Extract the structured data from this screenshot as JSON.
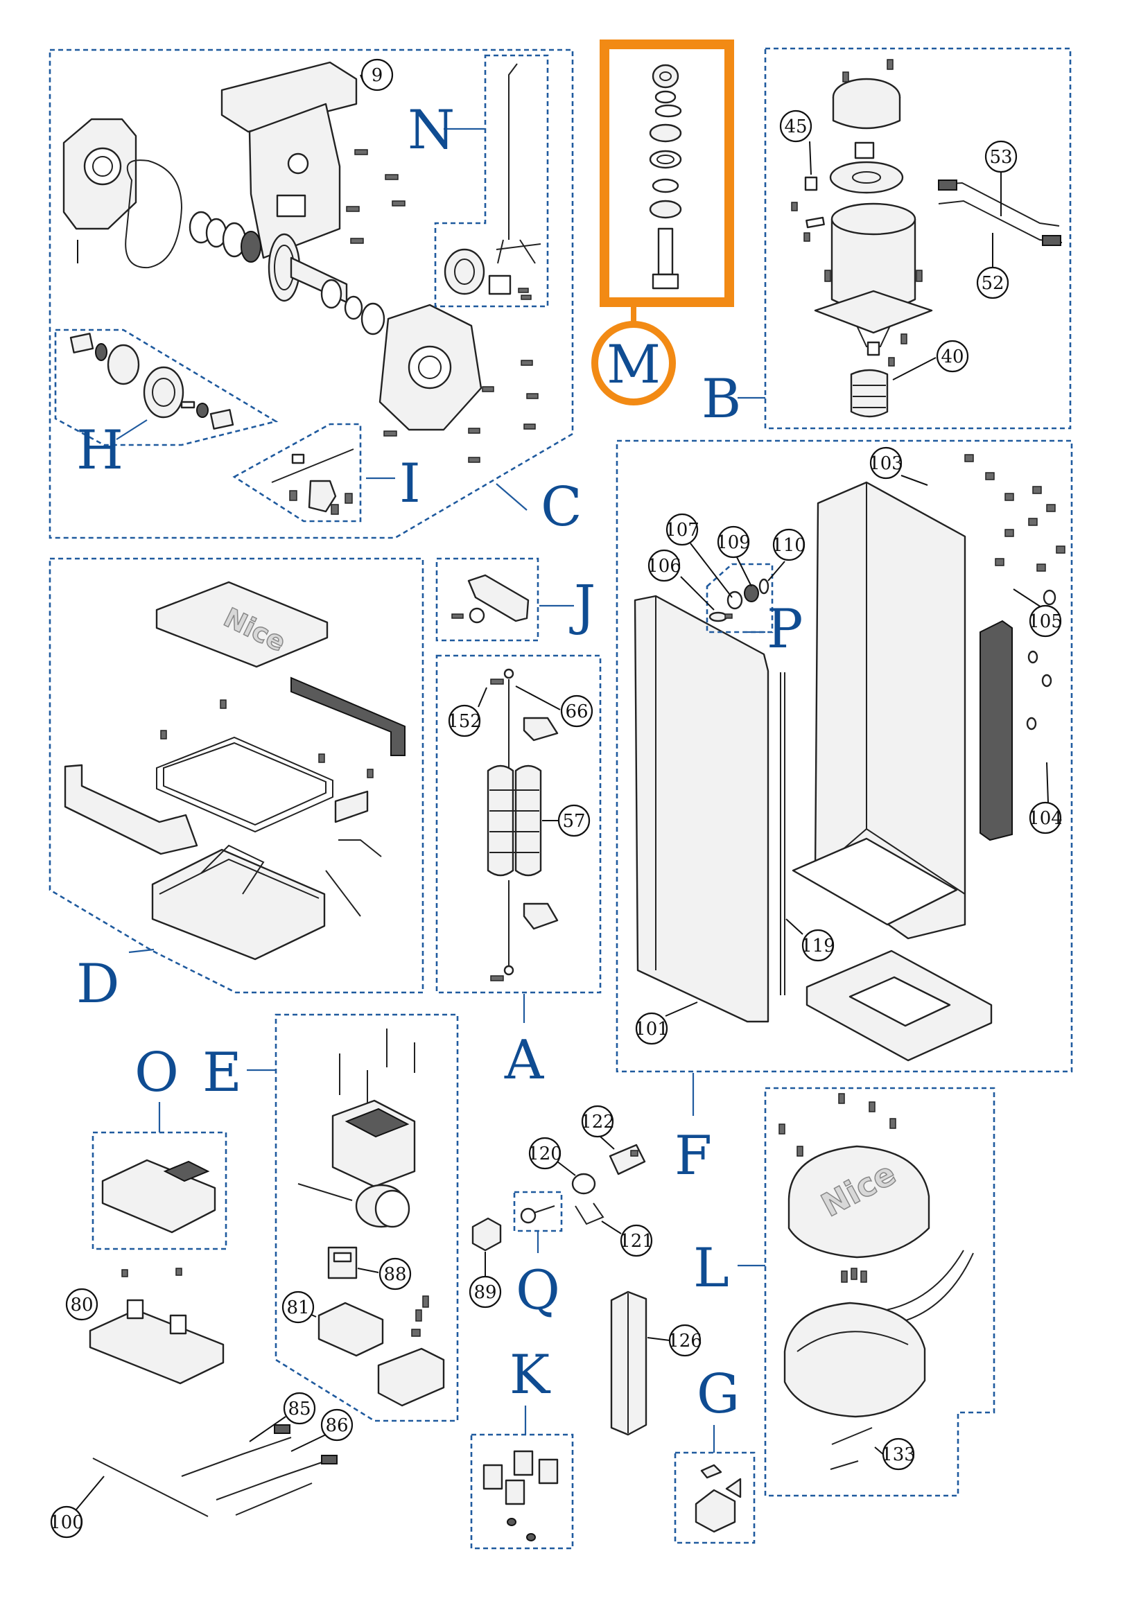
{
  "groups": {
    "A": "A",
    "B": "B",
    "C": "C",
    "D": "D",
    "E": "E",
    "F": "F",
    "G": "G",
    "H": "H",
    "I": "I",
    "J": "J",
    "K": "K",
    "L": "L",
    "M": "M",
    "N": "N",
    "O": "O",
    "P": "P",
    "Q": "Q"
  },
  "parts": {
    "p9": "9",
    "p40": "40",
    "p45": "45",
    "p52": "52",
    "p53": "53",
    "p57": "57",
    "p66": "66",
    "p80": "80",
    "p81": "81",
    "p85": "85",
    "p86": "86",
    "p88": "88",
    "p89": "89",
    "p100": "100",
    "p101": "101",
    "p103": "103",
    "p104": "104",
    "p105": "105",
    "p106": "106",
    "p107": "107",
    "p109": "109",
    "p110": "110",
    "p119": "119",
    "p120": "120",
    "p121": "121",
    "p122": "122",
    "p126": "126",
    "p133": "133",
    "p152": "152"
  },
  "logos": {
    "cover_logo": "Nice",
    "lid_logo": "Nice"
  },
  "colors": {
    "group_frame": "#1f5a9e",
    "group_label": "#0f4c92",
    "highlight": "#f28a14",
    "line_art": "#222222"
  }
}
